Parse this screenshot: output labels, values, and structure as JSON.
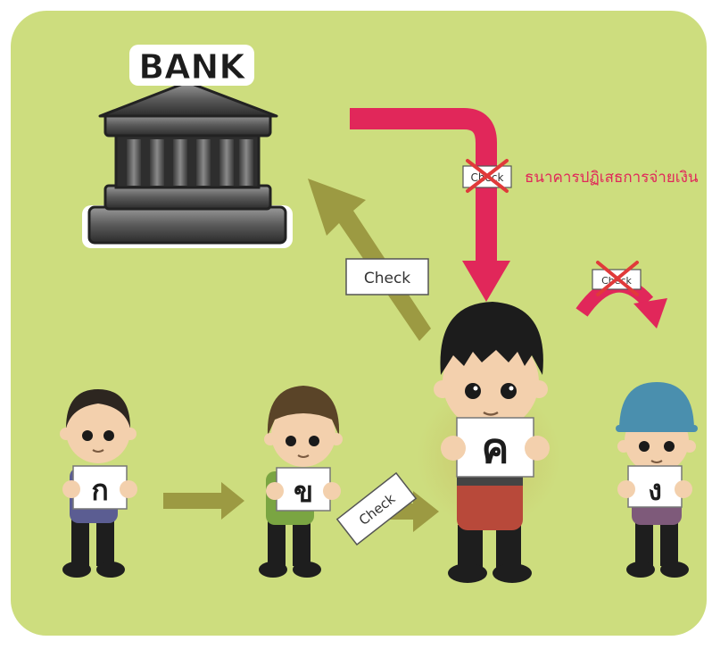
{
  "colors": {
    "background": "#cddd7e",
    "frame": "#ffffff",
    "olive_arrow": "#9c9a42",
    "pink_arrow": "#e1275a",
    "refusal_text": "#e1275a",
    "cross": "#e03a3a"
  },
  "bank": {
    "label": "BANK",
    "icon": "bank-building-icon"
  },
  "check_labels": {
    "to_bank": "Check",
    "to_c": "Check",
    "refused_on_arrow": "Check",
    "refused_onward": "Check"
  },
  "refusal_text": "ธนาคารปฏิเสธการจ่ายเงิน",
  "people": [
    {
      "id": "a",
      "letter": "ก",
      "hair": "dark-short",
      "shirt": "#5b5d92"
    },
    {
      "id": "b",
      "letter": "ข",
      "hair": "brown-bowl",
      "shirt": "#7aa542"
    },
    {
      "id": "c",
      "letter": "ค",
      "hair": "black-spiky",
      "shirt": "#b8493a"
    },
    {
      "id": "d",
      "letter": "ง",
      "hair": "blue-cap",
      "shirt": "#7e5a7a"
    }
  ]
}
